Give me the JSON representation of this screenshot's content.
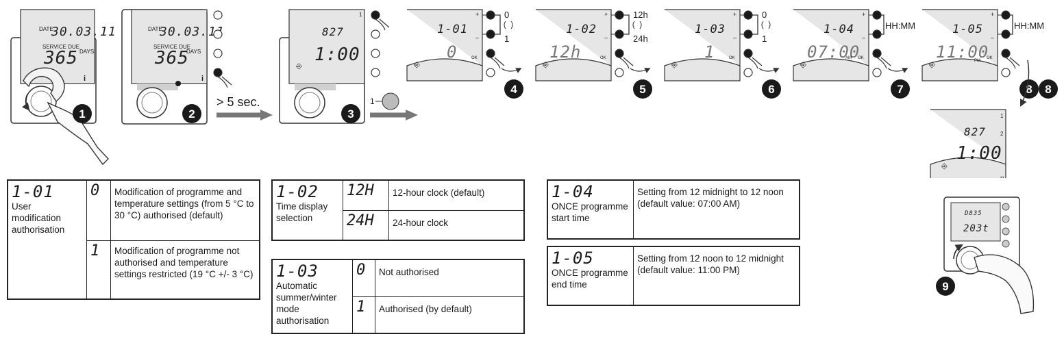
{
  "steps": [
    "1",
    "2",
    "3",
    "4",
    "5",
    "6",
    "7",
    "8",
    "9"
  ],
  "displays": {
    "start_date_label": "DATE",
    "start_date": "30.03.11",
    "service_due_label": "SERVICE DUE",
    "service_days": "365",
    "days_label": "DAYS",
    "info_label": "i",
    "wait_label": "> 5 sec.",
    "press_label": "1",
    "menu_code": "827",
    "menu_value": "1:00",
    "ok_label": "OK",
    "plus_label": "+",
    "minus_label": "–",
    "screen_1_label": "1",
    "screen_2_label": "2",
    "screen_r_label": "R",
    "am_label": "AM",
    "pm_label": "PM",
    "knob_code": "D835",
    "knob_value": "203t"
  },
  "panels": [
    {
      "code": "1-01",
      "value": "0",
      "options": [
        "0",
        "1"
      ]
    },
    {
      "code": "1-02",
      "value": "12h",
      "options": [
        "12h",
        "24h"
      ]
    },
    {
      "code": "1-03",
      "value": "1",
      "options": [
        "0",
        "1"
      ]
    },
    {
      "code": "1-04",
      "value": "07:00",
      "options": [
        "HH:MM"
      ]
    },
    {
      "code": "1-05",
      "value": "11:00",
      "options": [
        "HH:MM"
      ]
    }
  ],
  "tables": {
    "t101": {
      "code": "1-01",
      "title": "User modification authorisation",
      "rows": [
        {
          "value": "0",
          "text": "Modification of programme and temperature settings (from 5 °C to 30 °C) authorised (default)"
        },
        {
          "value": "1",
          "text": "Modification of programme not authorised and temperature settings restricted (19 °C +/- 3 °C)"
        }
      ]
    },
    "t102": {
      "code": "1-02",
      "title": "Time display selection",
      "rows": [
        {
          "value": "12H",
          "text": "12-hour clock (default)"
        },
        {
          "value": "24H",
          "text": "24-hour clock"
        }
      ]
    },
    "t103": {
      "code": "1-03",
      "title": "Automatic summer/winter mode authorisation",
      "rows": [
        {
          "value": "0",
          "text": "Not authorised"
        },
        {
          "value": "1",
          "text": "Authorised (by default)"
        }
      ]
    },
    "t104": {
      "code": "1-04",
      "title": "ONCE programme start time",
      "text": "Setting from 12 midnight to 12 noon (default value: 07:00 AM)"
    },
    "t105": {
      "code": "1-05",
      "title": "ONCE programme end time",
      "text": "Setting from 12 noon to 12 midnight (default value: 11:00 PM)"
    }
  }
}
